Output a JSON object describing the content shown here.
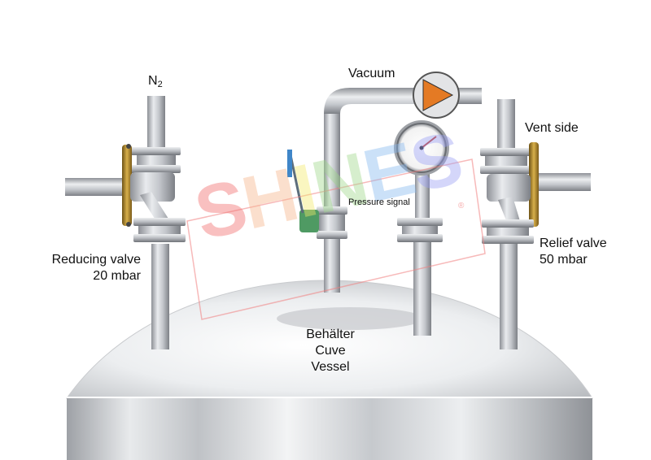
{
  "labels": {
    "n2_main": "N",
    "n2_sub": "2",
    "vacuum": "Vacuum",
    "vent_side": "Vent side",
    "pressure_signal": "Pressure signal",
    "reducing_valve_line1": "Reducing valve",
    "reducing_valve_line2": "20 mbar",
    "relief_valve_line1": "Relief valve",
    "relief_valve_line2": "50 mbar",
    "vessel_de": "Behälter",
    "vessel_fr": "Cuve",
    "vessel_en": "Vessel"
  },
  "watermark": {
    "letters": [
      "S",
      "H",
      "I",
      "N",
      "E",
      "S"
    ],
    "colors": [
      "#f26b6b",
      "#f7b58a",
      "#f4ea6a",
      "#9ed98a",
      "#86b8f0",
      "#9aa0f5"
    ],
    "registered": "®"
  },
  "colors": {
    "pipe": "#b9bcc1",
    "flange": "#c8cbcf",
    "brass": "#b58a2a",
    "pump_body": "#e47a24",
    "vessel": "#d7d9dc",
    "watermark_frame": "#f08080"
  },
  "icons": {
    "pump": "pump-icon",
    "gauge": "pressure-gauge-icon",
    "ball_valve": "ball-valve-icon"
  }
}
